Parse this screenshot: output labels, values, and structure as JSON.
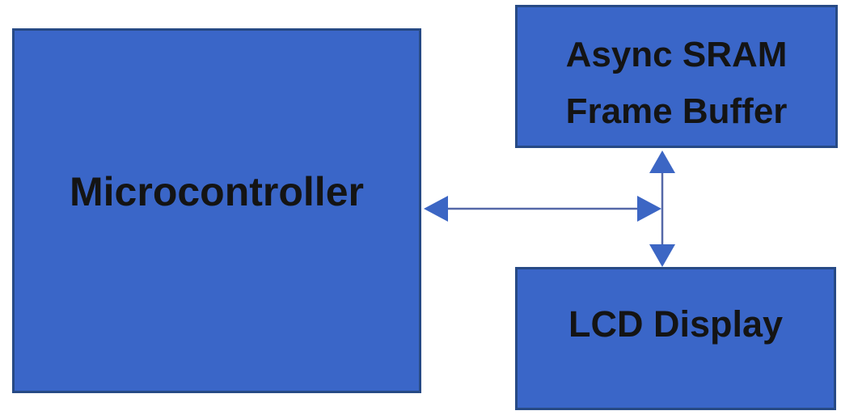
{
  "colors": {
    "background": "#ffffff",
    "box_fill": "#3a66c8",
    "box_border": "#274a85",
    "label_color": "#141414",
    "arrow_color": "#3c66c4",
    "arrow_line": "#5568a8"
  },
  "nodes": {
    "microcontroller": {
      "label": "Microcontroller"
    },
    "sram": {
      "line1": "Async SRAM",
      "line2": "Frame Buffer"
    },
    "lcd": {
      "label": "LCD Display"
    }
  },
  "connections": [
    {
      "from": "Microcontroller",
      "to": "memory/display bus",
      "style": "double-headed horizontal arrow"
    },
    {
      "from": "Async SRAM Frame Buffer",
      "to": "LCD Display",
      "style": "double-headed vertical arrow"
    }
  ]
}
